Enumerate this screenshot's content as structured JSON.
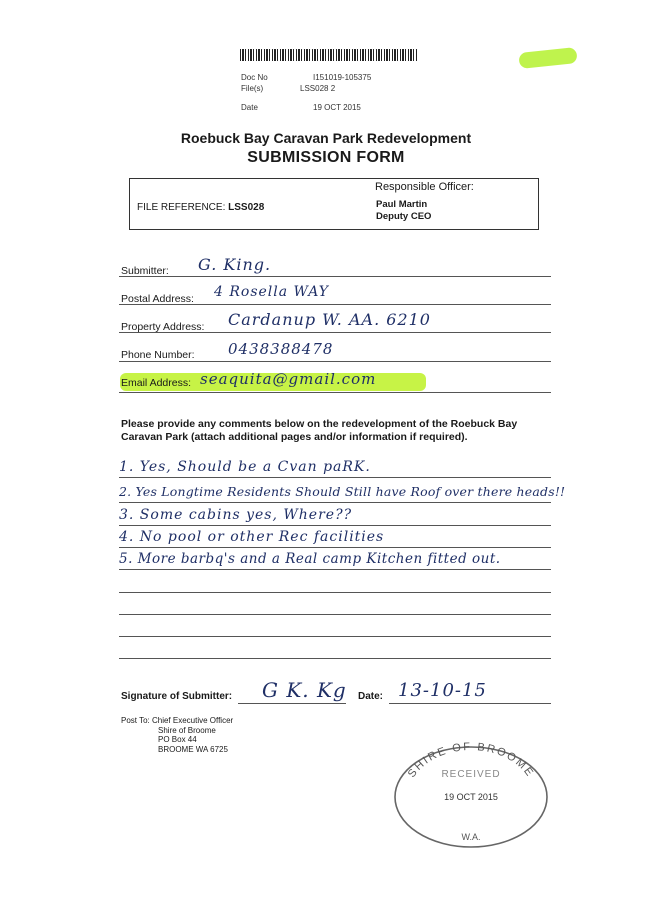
{
  "doc_meta": {
    "doc_no_label": "Doc No",
    "doc_no_value": "I151019-105375",
    "files_label": "File(s)",
    "files_value": "LSS028 2",
    "date_label": "Date",
    "date_value": "19 OCT 2015"
  },
  "header": {
    "title": "Roebuck Bay Caravan Park Redevelopment",
    "subtitle": "SUBMISSION FORM"
  },
  "reference": {
    "file_ref_label": "FILE REFERENCE:",
    "file_ref_value": "LSS028",
    "responsible_label": "Responsible Officer:",
    "officer_name": "Paul Martin",
    "officer_title": "Deputy CEO"
  },
  "fields": {
    "submitter_label": "Submitter:",
    "submitter_value": "G. King.",
    "postal_label": "Postal Address:",
    "postal_value": "4 Rosella WAY",
    "property_label": "Property Address:",
    "property_value": "Cardanup W. AA. 6210",
    "phone_label": "Phone Number:",
    "phone_value": "0438388478",
    "email_label": "Email Address:",
    "email_value": "seaquita@gmail.com"
  },
  "instructions": "Please provide any comments below on the redevelopment of the Roebuck Bay Caravan Park (attach additional pages and/or information if required).",
  "comments": [
    "1. Yes, Should be a Cvan paRK.",
    "2. Yes Longtime Residents Should Still have Roof over there heads!!",
    "3. Some cabins yes, Where??",
    "4. No pool or other Rec facilities",
    "5. More barbq's and a Real camp Kitchen fitted out."
  ],
  "signature": {
    "label": "Signature of Submitter:",
    "signature_text": "G K. Kg",
    "date_label": "Date:",
    "date_value": "13-10-15"
  },
  "post_to": {
    "line1": "Post To: Chief Executive Officer",
    "line2": "Shire of Broome",
    "line3": "PO Box 44",
    "line4": "BROOME  WA  6725"
  },
  "stamp": {
    "top_text": "SHIRE OF BROOME",
    "received": "RECEIVED",
    "date": "19 OCT 2015",
    "bottom_text": "W.A."
  },
  "colors": {
    "highlighter": "#c4f23c",
    "ink": "#1f2f66"
  }
}
